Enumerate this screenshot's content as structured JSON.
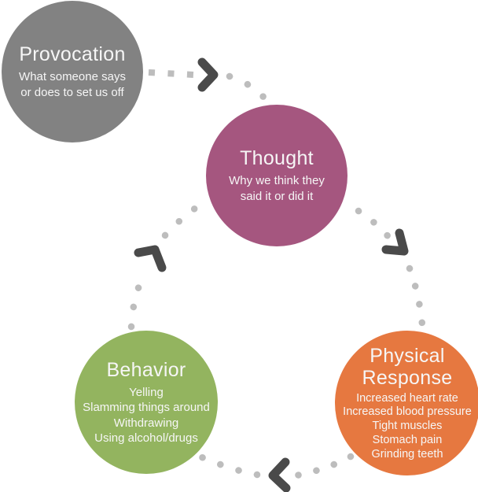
{
  "diagram": {
    "name": "Anger cycle diagram",
    "background": "#ffffff",
    "nodes": [
      {
        "id": "provocation",
        "title": "Provocation",
        "description": "What someone says\nor does to set us off",
        "color": "#828282"
      },
      {
        "id": "thought",
        "title": "Thought",
        "description": "Why we think they\nsaid it or did it",
        "color": "#a5567f"
      },
      {
        "id": "behavior",
        "title": "Behavior",
        "description": "Yelling\nSlamming things around\nWithdrawing\nUsing alcohol/drugs",
        "color": "#93b45f"
      },
      {
        "id": "physical-response",
        "title": "Physical\nResponse",
        "description": "Increased heart rate\nIncreased blood pressure\nTight muscles\nStomach pain\nGrinding teeth",
        "color": "#e67840"
      }
    ],
    "connections": [
      {
        "from": "Provocation",
        "to": "Thought"
      },
      {
        "from": "Thought",
        "to": "Physical Response"
      },
      {
        "from": "Physical Response",
        "to": "Behavior"
      },
      {
        "from": "Behavior",
        "to": "Thought"
      }
    ],
    "colors": {
      "dot": "#bdbdbd",
      "chevron": "#4a4a4a",
      "text": "#f6f6f6"
    }
  }
}
